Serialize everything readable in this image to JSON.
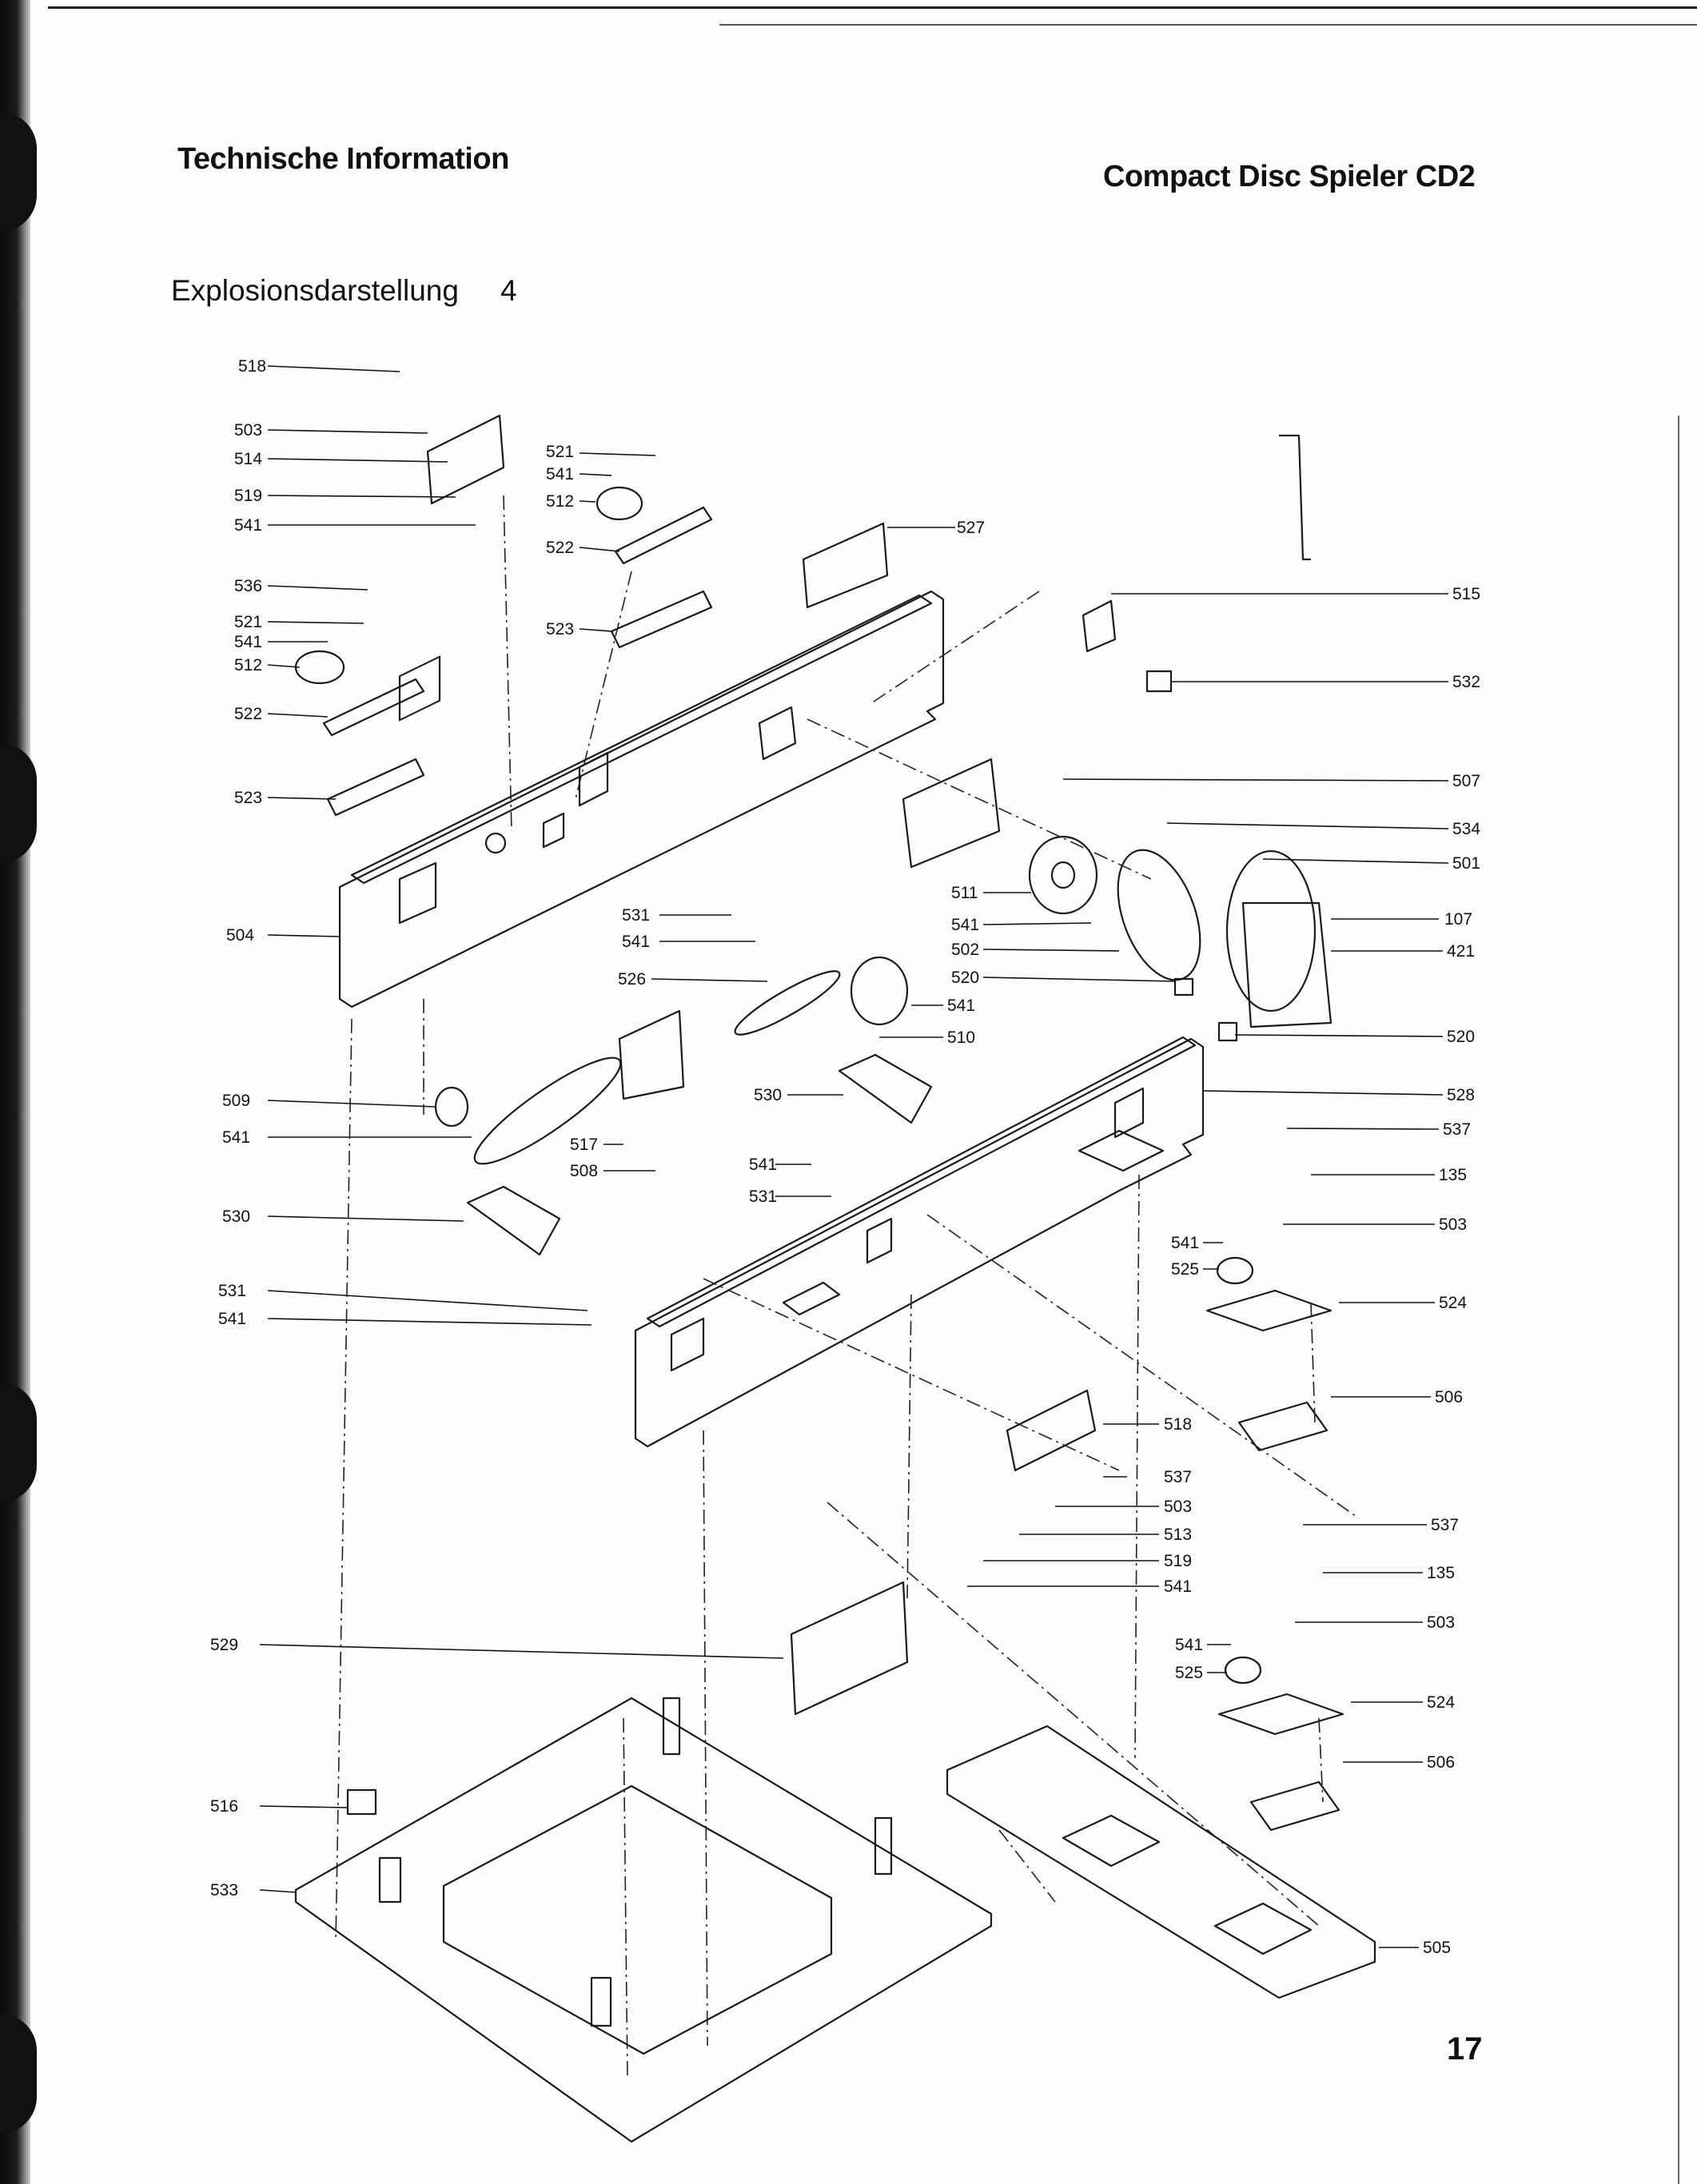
{
  "header": {
    "left": "Technische Information",
    "right": "Compact Disc Spieler CD2"
  },
  "subtitle": {
    "text": "Explosionsdarstellung",
    "number": "4"
  },
  "page_number": "17",
  "callouts_left": [
    {
      "id": "518",
      "ref": "518"
    },
    {
      "id": "503",
      "ref": "503"
    },
    {
      "id": "514",
      "ref": "514"
    },
    {
      "id": "519",
      "ref": "519"
    },
    {
      "id": "541a",
      "ref": "541"
    },
    {
      "id": "536",
      "ref": "536"
    },
    {
      "id": "521a",
      "ref": "521"
    },
    {
      "id": "541b",
      "ref": "541"
    },
    {
      "id": "512a",
      "ref": "512"
    },
    {
      "id": "522a",
      "ref": "522"
    },
    {
      "id": "523a",
      "ref": "523"
    },
    {
      "id": "504",
      "ref": "504"
    },
    {
      "id": "509",
      "ref": "509"
    },
    {
      "id": "541c",
      "ref": "541"
    },
    {
      "id": "530a",
      "ref": "530"
    },
    {
      "id": "531a",
      "ref": "531"
    },
    {
      "id": "541d",
      "ref": "541"
    },
    {
      "id": "529",
      "ref": "529"
    },
    {
      "id": "516",
      "ref": "516"
    },
    {
      "id": "533",
      "ref": "533"
    }
  ],
  "callouts_center": [
    {
      "id": "521b",
      "ref": "521"
    },
    {
      "id": "541e",
      "ref": "541"
    },
    {
      "id": "512b",
      "ref": "512"
    },
    {
      "id": "522b",
      "ref": "522"
    },
    {
      "id": "523b",
      "ref": "523"
    },
    {
      "id": "527",
      "ref": "527"
    },
    {
      "id": "531b",
      "ref": "531"
    },
    {
      "id": "541f",
      "ref": "541"
    },
    {
      "id": "526",
      "ref": "526"
    },
    {
      "id": "517",
      "ref": "517"
    },
    {
      "id": "508",
      "ref": "508"
    },
    {
      "id": "511",
      "ref": "511"
    },
    {
      "id": "541g",
      "ref": "541"
    },
    {
      "id": "502",
      "ref": "502"
    },
    {
      "id": "520a",
      "ref": "520"
    },
    {
      "id": "541h",
      "ref": "541"
    },
    {
      "id": "510",
      "ref": "510"
    },
    {
      "id": "530b",
      "ref": "530"
    },
    {
      "id": "541i",
      "ref": "541"
    },
    {
      "id": "531c",
      "ref": "531"
    },
    {
      "id": "518b",
      "ref": "518"
    },
    {
      "id": "537a",
      "ref": "537"
    },
    {
      "id": "503b",
      "ref": "503"
    },
    {
      "id": "513",
      "ref": "513"
    },
    {
      "id": "519b",
      "ref": "519"
    },
    {
      "id": "541j",
      "ref": "541"
    },
    {
      "id": "541k",
      "ref": "541"
    },
    {
      "id": "525a",
      "ref": "525"
    },
    {
      "id": "541l",
      "ref": "541"
    },
    {
      "id": "525b",
      "ref": "525"
    }
  ],
  "callouts_right": [
    {
      "id": "515",
      "ref": "515"
    },
    {
      "id": "532",
      "ref": "532"
    },
    {
      "id": "507",
      "ref": "507"
    },
    {
      "id": "534",
      "ref": "534"
    },
    {
      "id": "501",
      "ref": "501"
    },
    {
      "id": "107",
      "ref": "107"
    },
    {
      "id": "421",
      "ref": "421"
    },
    {
      "id": "520b",
      "ref": "520"
    },
    {
      "id": "528",
      "ref": "528"
    },
    {
      "id": "537b",
      "ref": "537"
    },
    {
      "id": "135a",
      "ref": "135"
    },
    {
      "id": "503c",
      "ref": "503"
    },
    {
      "id": "524a",
      "ref": "524"
    },
    {
      "id": "506a",
      "ref": "506"
    },
    {
      "id": "537c",
      "ref": "537"
    },
    {
      "id": "135b",
      "ref": "135"
    },
    {
      "id": "503d",
      "ref": "503"
    },
    {
      "id": "524b",
      "ref": "524"
    },
    {
      "id": "506b",
      "ref": "506"
    },
    {
      "id": "505",
      "ref": "505"
    }
  ]
}
